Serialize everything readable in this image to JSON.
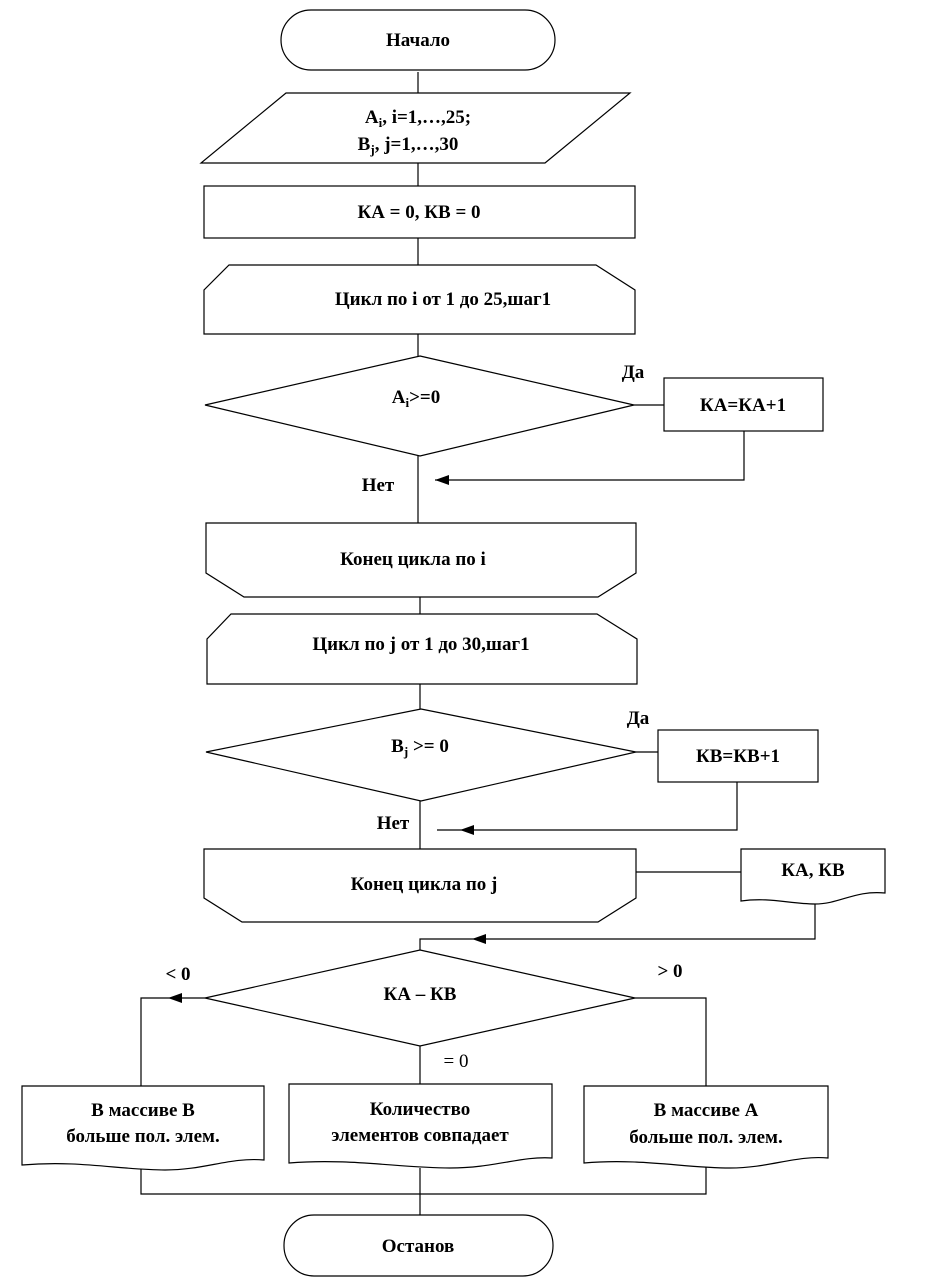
{
  "start": "Начало",
  "input": {
    "line1_main": "A",
    "line1_sub": "i",
    "line1_rest": ", i=1,…,25;",
    "line2_main": "B",
    "line2_sub": "j",
    "line2_rest": ", j=1,…,30"
  },
  "init": "КА = 0, КВ = 0",
  "loop_i": "Цикл по i от 1 до 25,шаг1",
  "cond_a": {
    "main": "A",
    "sub": "i",
    "rest": ">=0"
  },
  "yes_a": "Да",
  "inc_a": "КА=КА+1",
  "no_a": "Нет",
  "end_i": "Конец цикла по i",
  "loop_j": "Цикл по j от 1 до 30,шаг1",
  "cond_b": {
    "main": "B",
    "sub": "j",
    "rest": " >= 0"
  },
  "yes_b": "Да",
  "inc_b": "КВ=КВ+1",
  "no_b": "Нет",
  "end_j": "Конец цикла по j",
  "output": "КА, КВ",
  "compare": "КА – КВ",
  "less_label": "< 0",
  "greater_label": "> 0",
  "equal_label": "= 0",
  "result_b": {
    "line1": "В массиве В",
    "line2": "больше пол. элем."
  },
  "result_eq": {
    "line1": "Количество",
    "line2": "элементов совпадает"
  },
  "result_a": {
    "line1": "В массиве А",
    "line2": "больше пол. элем."
  },
  "stop": "Останов"
}
